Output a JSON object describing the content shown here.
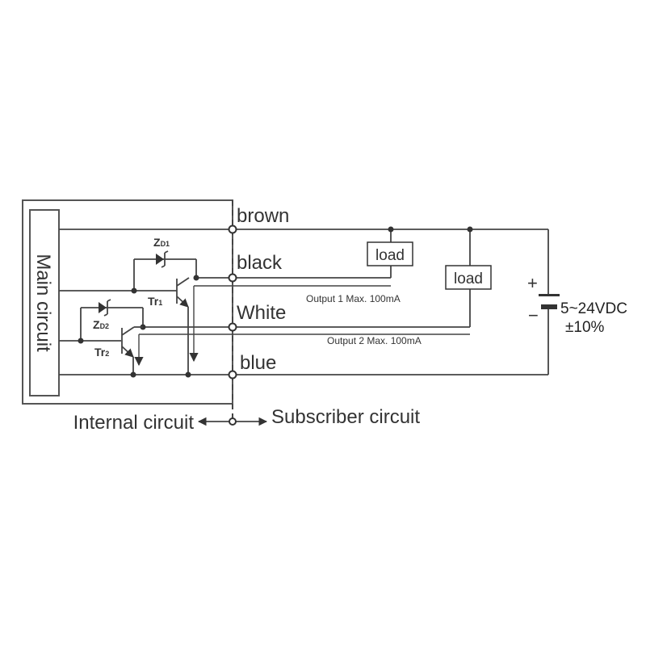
{
  "main_circuit_label": "Main circuit",
  "wires": {
    "brown": "brown",
    "black": "black",
    "white": "White",
    "blue": "blue"
  },
  "components": {
    "zd1": {
      "main": "Z",
      "sub": "D1"
    },
    "zd2": {
      "main": "Z",
      "sub": "D2"
    },
    "tr1": {
      "main": "Tr",
      "sub": "1"
    },
    "tr2": {
      "main": "Tr",
      "sub": "2"
    }
  },
  "loads": [
    "load",
    "load"
  ],
  "outputs": {
    "output1": "Output 1 Max. 100mA",
    "output2": "Output 2 Max. 100mA"
  },
  "supply": {
    "plus": "+",
    "minus": "−",
    "voltage": "5~24VDC",
    "tolerance": "±10%"
  },
  "boundary": {
    "internal": "Internal circuit",
    "subscriber": "Subscriber circuit"
  }
}
